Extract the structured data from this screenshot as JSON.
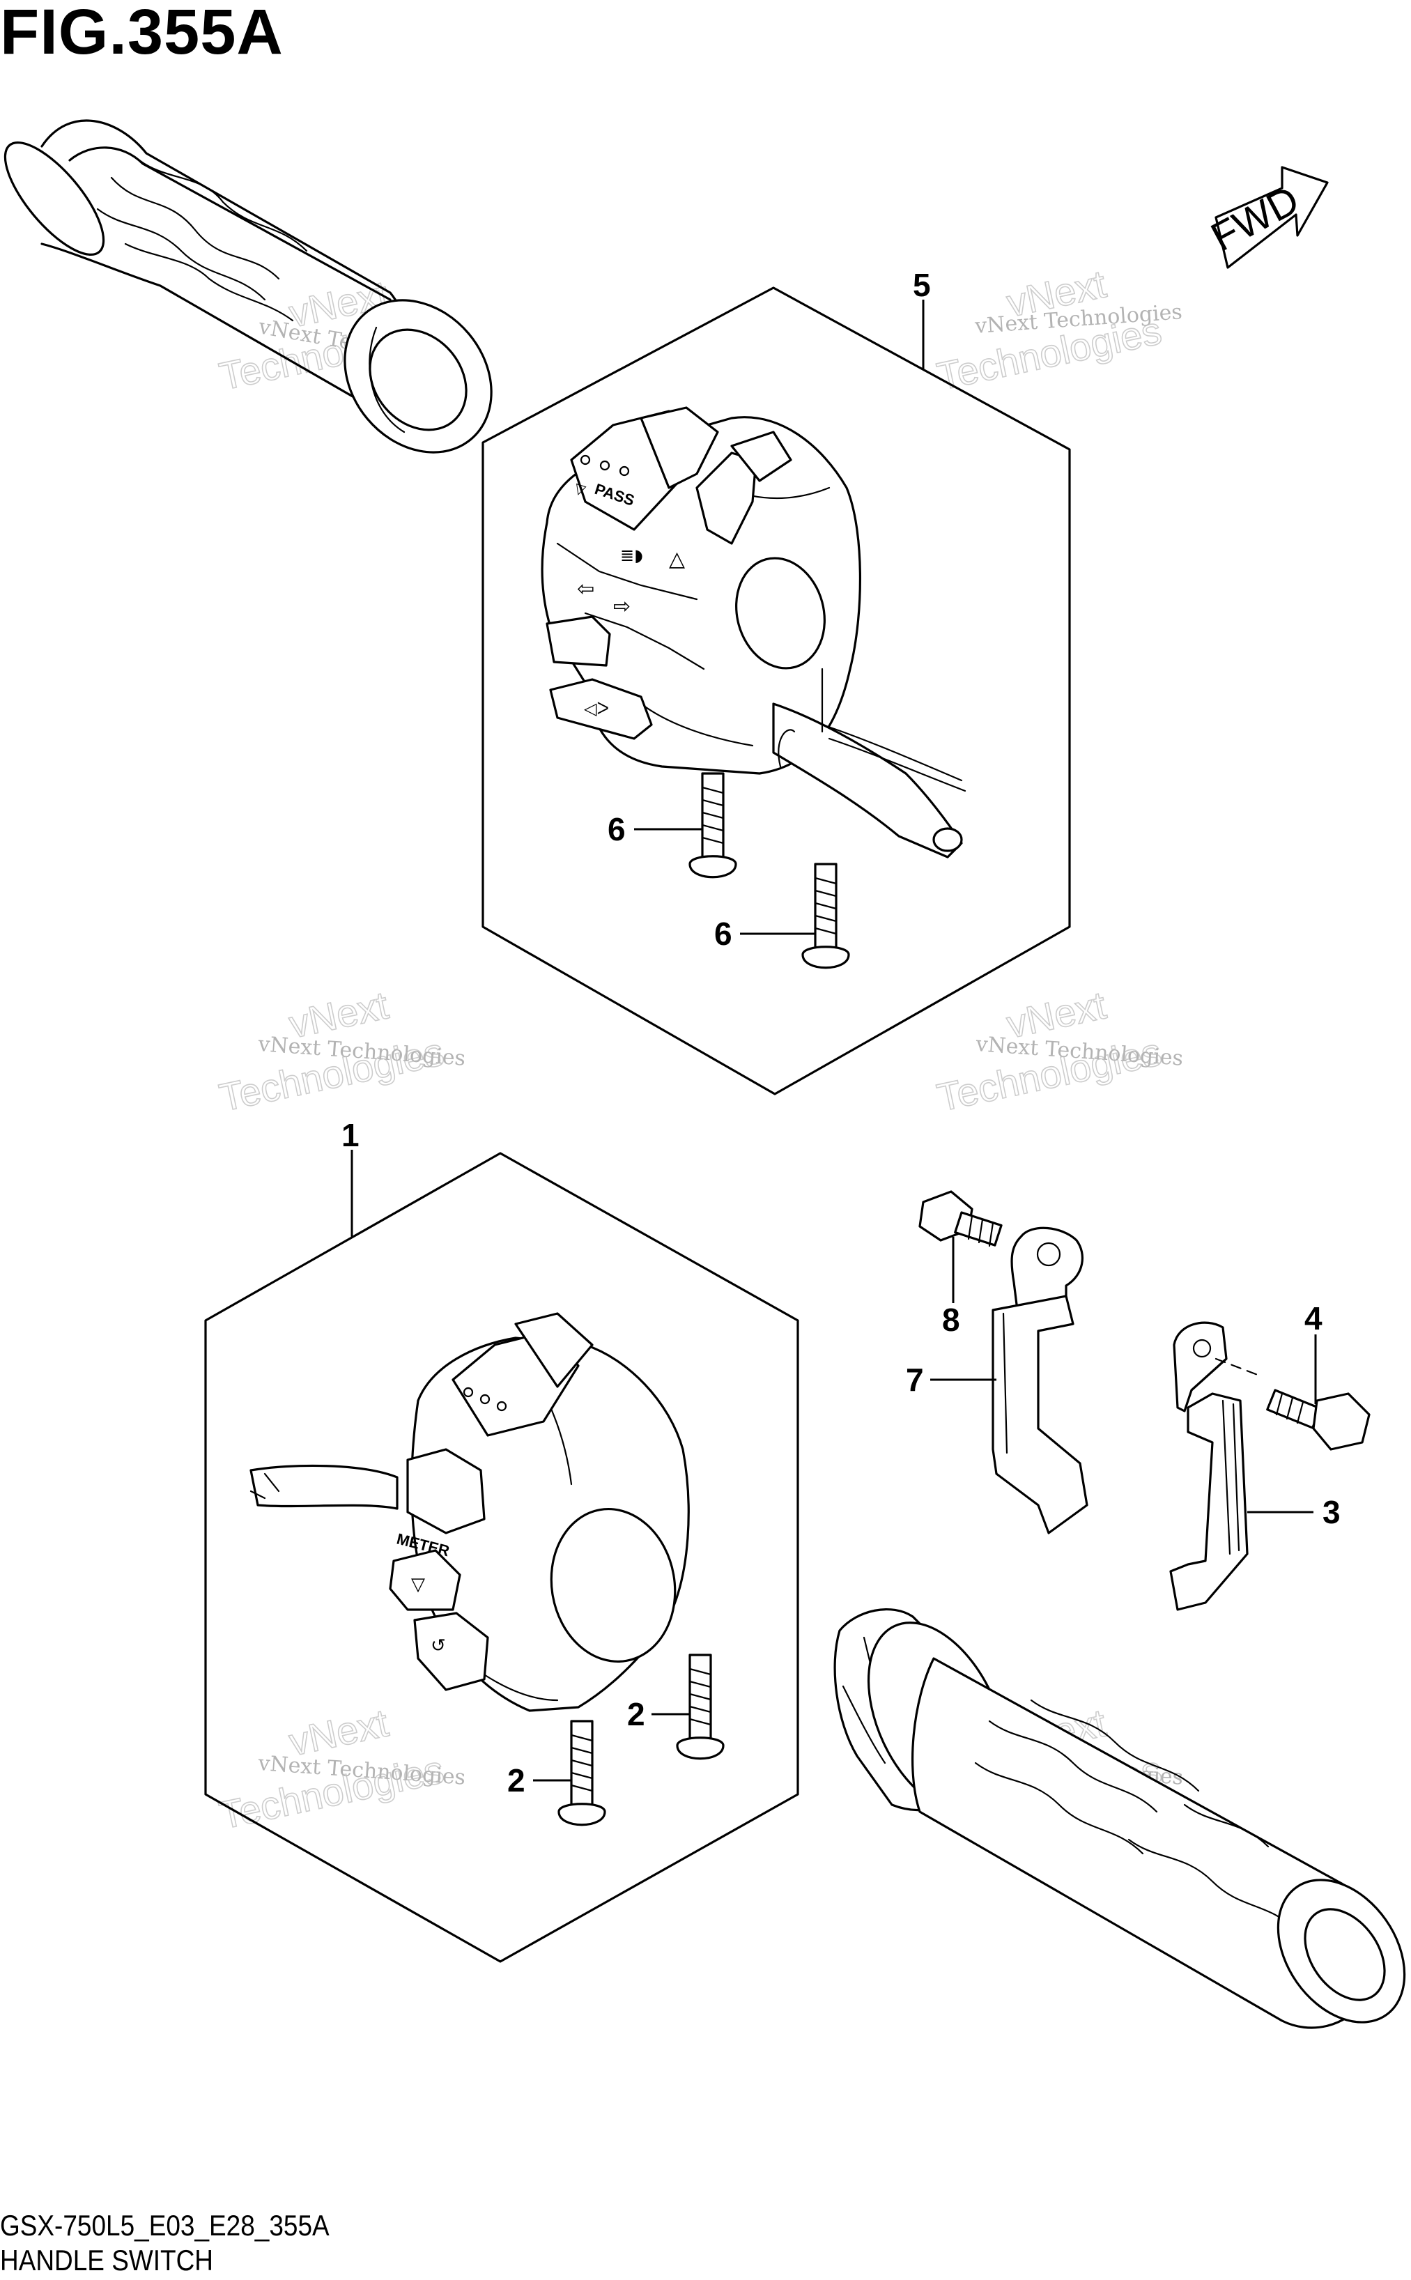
{
  "title": "FIG.355A",
  "footer": {
    "code": "GSX-750L5_E03_E28_355A",
    "name": "HANDLE SWITCH"
  },
  "direction_badge": "FWD",
  "switch_labels": {
    "pass": "PASS",
    "meter": "METER"
  },
  "callouts": [
    {
      "id": "callout-1",
      "label": "1"
    },
    {
      "id": "callout-2a",
      "label": "2"
    },
    {
      "id": "callout-2b",
      "label": "2"
    },
    {
      "id": "callout-3",
      "label": "3"
    },
    {
      "id": "callout-4",
      "label": "4"
    },
    {
      "id": "callout-5",
      "label": "5"
    },
    {
      "id": "callout-6a",
      "label": "6"
    },
    {
      "id": "callout-6b",
      "label": "6"
    },
    {
      "id": "callout-7",
      "label": "7"
    },
    {
      "id": "callout-8",
      "label": "8"
    }
  ],
  "watermark": {
    "line1": "vNext Technologies",
    "line2": "vNext",
    "line3": "Technologies"
  }
}
